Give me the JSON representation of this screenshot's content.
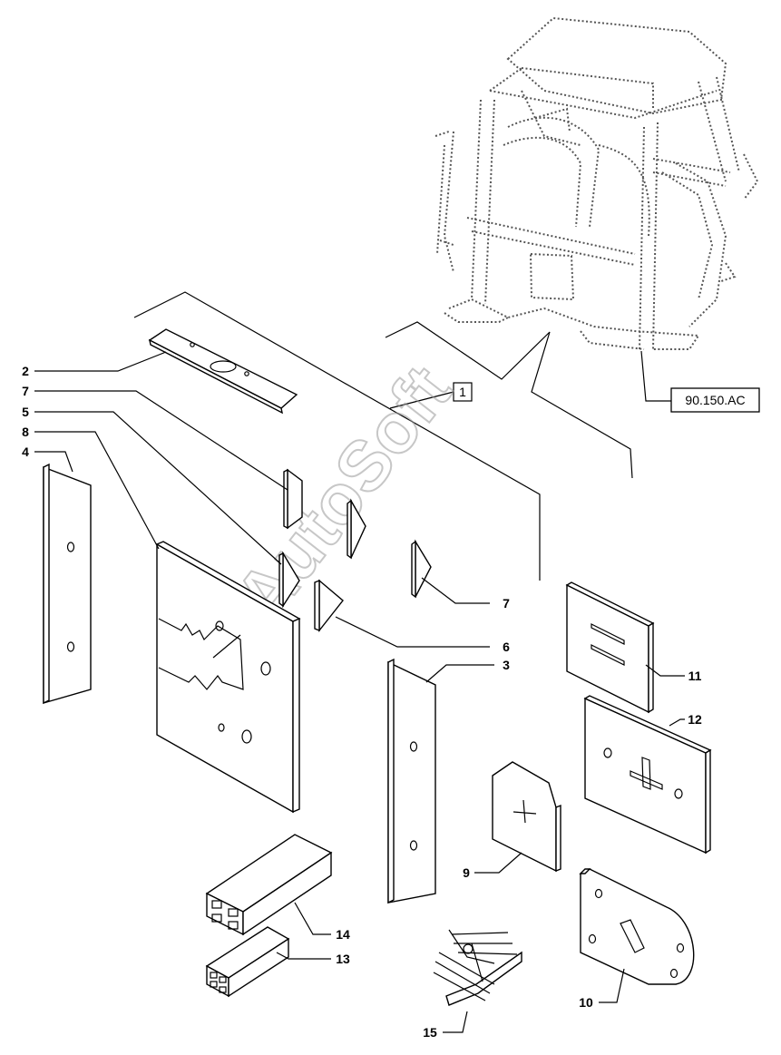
{
  "diagram": {
    "reference_label": "90.150.AC",
    "assembly_number": "1",
    "watermark": "AutoSoft",
    "callouts": [
      {
        "id": "c2",
        "text": "2"
      },
      {
        "id": "c7a",
        "text": "7"
      },
      {
        "id": "c5",
        "text": "5"
      },
      {
        "id": "c8",
        "text": "8"
      },
      {
        "id": "c4",
        "text": "4"
      },
      {
        "id": "c7b",
        "text": "7"
      },
      {
        "id": "c6",
        "text": "6"
      },
      {
        "id": "c3",
        "text": "3"
      },
      {
        "id": "c11",
        "text": "11"
      },
      {
        "id": "c12",
        "text": "12"
      },
      {
        "id": "c9",
        "text": "9"
      },
      {
        "id": "c14",
        "text": "14"
      },
      {
        "id": "c13",
        "text": "13"
      },
      {
        "id": "c10",
        "text": "10"
      },
      {
        "id": "c15",
        "text": "15"
      }
    ]
  }
}
